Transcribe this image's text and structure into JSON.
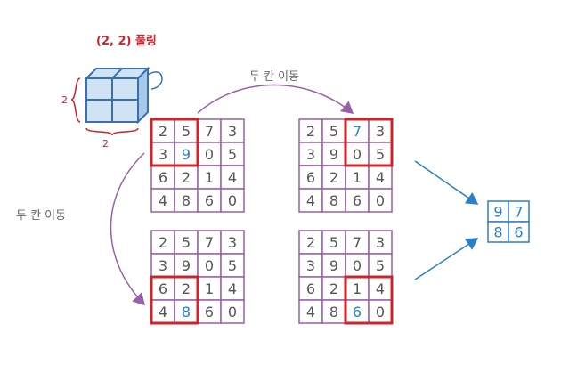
{
  "title": "(2, 2) 풀링",
  "dim_label_v": "2",
  "dim_label_h": "2",
  "move_label_h": "두 칸 이동",
  "move_label_v": "두 칸 이동",
  "input_matrix": [
    [
      "2",
      "5",
      "7",
      "3"
    ],
    [
      "3",
      "9",
      "0",
      "5"
    ],
    [
      "6",
      "2",
      "1",
      "4"
    ],
    [
      "4",
      "8",
      "6",
      "0"
    ]
  ],
  "panels": [
    {
      "name": "panel-top-left",
      "window_row": 0,
      "window_col": 0,
      "max": "9"
    },
    {
      "name": "panel-top-right",
      "window_row": 0,
      "window_col": 2,
      "max": "7"
    },
    {
      "name": "panel-bottom-left",
      "window_row": 2,
      "window_col": 0,
      "max": "8"
    },
    {
      "name": "panel-bottom-right",
      "window_row": 2,
      "window_col": 2,
      "max": "6"
    }
  ],
  "output_matrix": [
    [
      "9",
      "7"
    ],
    [
      "8",
      "6"
    ]
  ],
  "colors": {
    "grid": "#9a5fa8",
    "window": "#d0222a",
    "highlight": "#2a7fc9",
    "arrow_purple": "#9a5fa8",
    "arrow_blue": "#2a7fc9",
    "cube_face": "#cfe3f5",
    "cube_line": "#3a6fb0"
  }
}
